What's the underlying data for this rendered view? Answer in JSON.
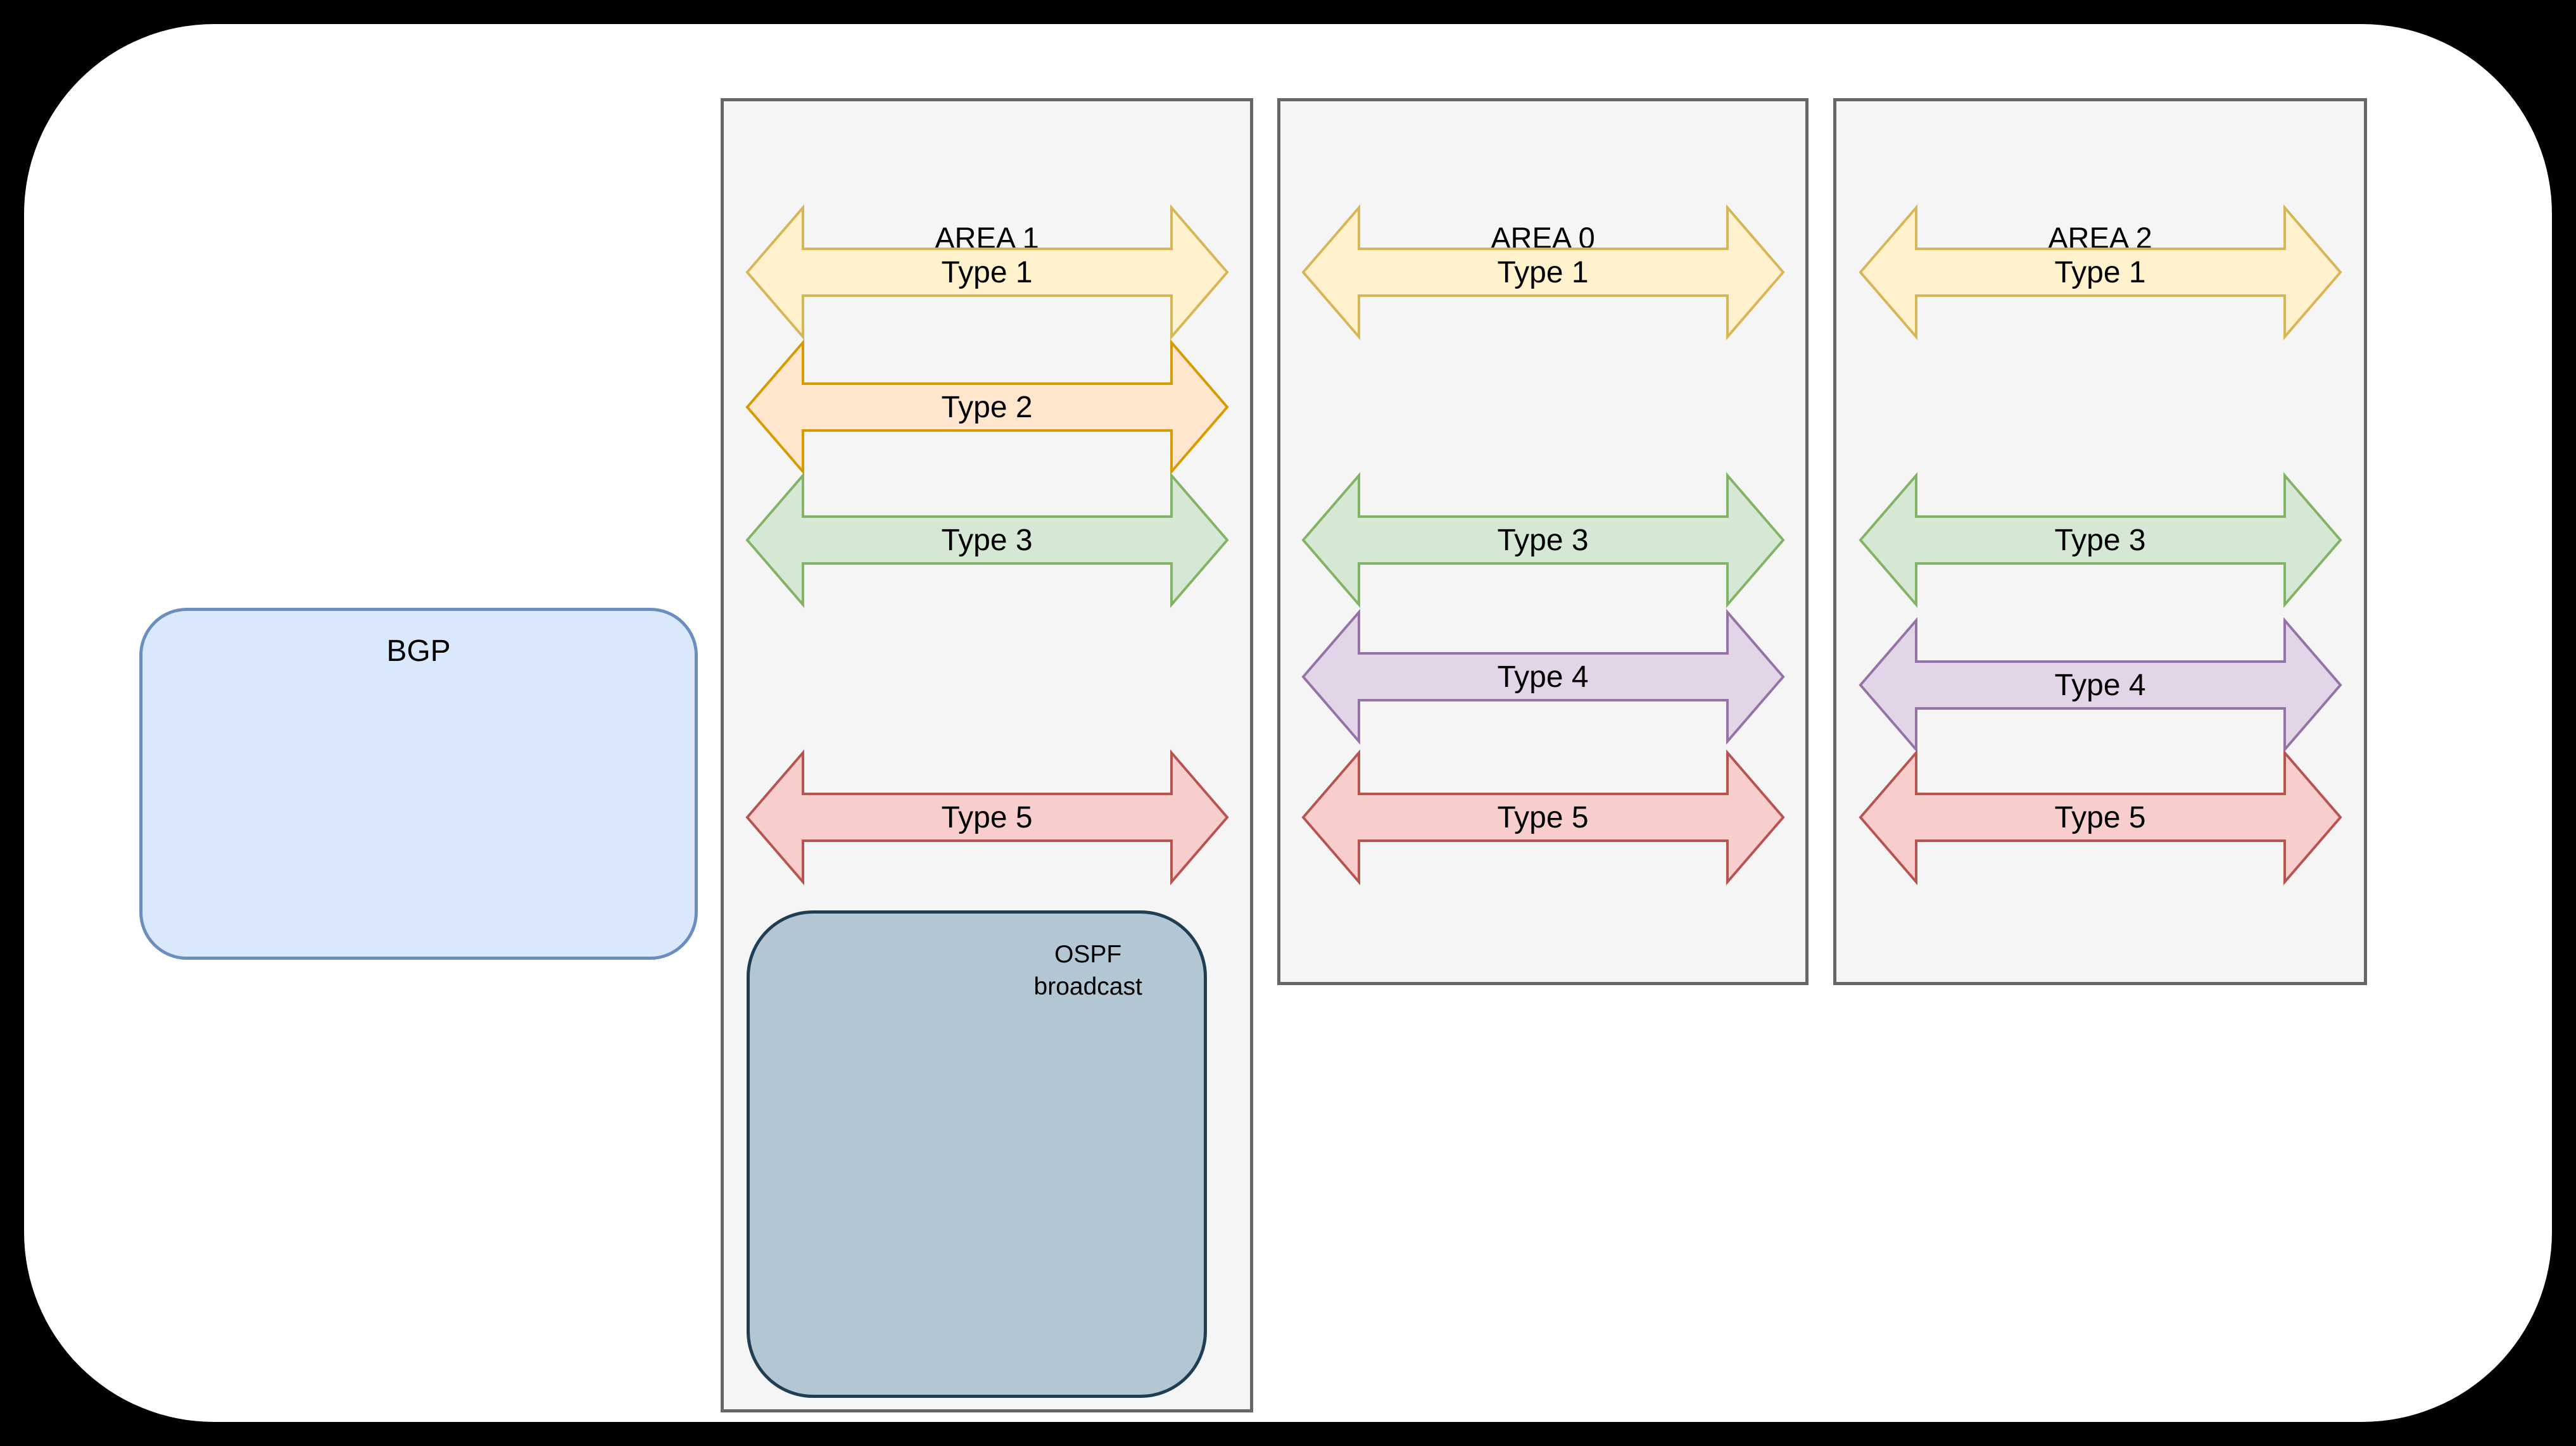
{
  "diagram": {
    "areas": [
      {
        "title": "AREA 1",
        "arrows": [
          {
            "label": "Type 1",
            "color_key": "type1"
          },
          {
            "label": "Type 2",
            "color_key": "type2"
          },
          {
            "label": "Type 3",
            "color_key": "type3"
          },
          {
            "label": "Type 5",
            "color_key": "type5"
          }
        ]
      },
      {
        "title": "AREA 0",
        "arrows": [
          {
            "label": "Type 1",
            "color_key": "type1"
          },
          {
            "label": "Type 3",
            "color_key": "type3"
          },
          {
            "label": "Type 4",
            "color_key": "type4"
          },
          {
            "label": "Type 5",
            "color_key": "type5"
          }
        ]
      },
      {
        "title": "AREA 2",
        "arrows": [
          {
            "label": "Type 1",
            "color_key": "type1"
          },
          {
            "label": "Type 3",
            "color_key": "type3"
          },
          {
            "label": "Type 4",
            "color_key": "type4"
          },
          {
            "label": "Type 5",
            "color_key": "type5"
          }
        ]
      }
    ],
    "bgp": {
      "label": "BGP"
    },
    "ospf": {
      "line1": "OSPF",
      "line2": "broadcast"
    }
  },
  "colors": {
    "type1": {
      "fill": "#FFF2CC",
      "stroke": "#D6B656"
    },
    "type2": {
      "fill": "#FFE6CC",
      "stroke": "#D79B00"
    },
    "type3": {
      "fill": "#D5E8D4",
      "stroke": "#82B366"
    },
    "type4": {
      "fill": "#E1D5E7",
      "stroke": "#9673A6"
    },
    "type5": {
      "fill": "#F8CECC",
      "stroke": "#B85450"
    },
    "bgp": {
      "fill": "#DAE8FC",
      "stroke": "#6C8EBF"
    },
    "ospf": {
      "fill": "#B3C6D3",
      "stroke": "#1F3E54"
    },
    "panel": {
      "fill": "#F5F5F5",
      "stroke": "#666666"
    }
  }
}
